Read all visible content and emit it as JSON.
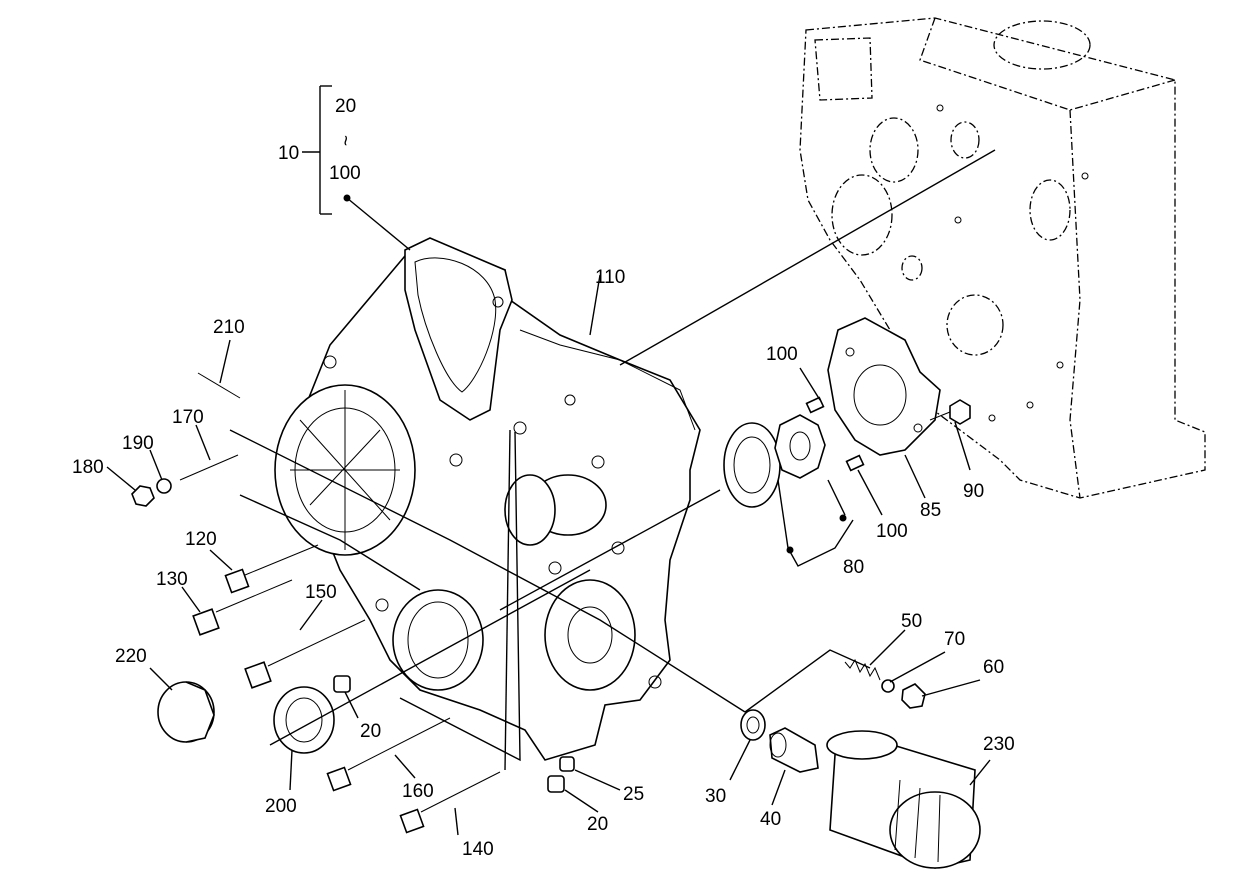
{
  "callouts": {
    "c10": "10",
    "c10_top": "20",
    "c10_mid": "~",
    "c10_bottom": "100",
    "c110": "110",
    "c210": "210",
    "c170": "170",
    "c190": "190",
    "c180": "180",
    "c120": "120",
    "c130": "130",
    "c150": "150",
    "c220": "220",
    "c200": "200",
    "c20a": "20",
    "c160": "160",
    "c140": "140",
    "c25": "25",
    "c20b": "20",
    "c30": "30",
    "c40": "40",
    "c230": "230",
    "c50": "50",
    "c70": "70",
    "c60": "60",
    "c100a": "100",
    "c100b": "100",
    "c85": "85",
    "c90": "90",
    "c80": "80"
  }
}
